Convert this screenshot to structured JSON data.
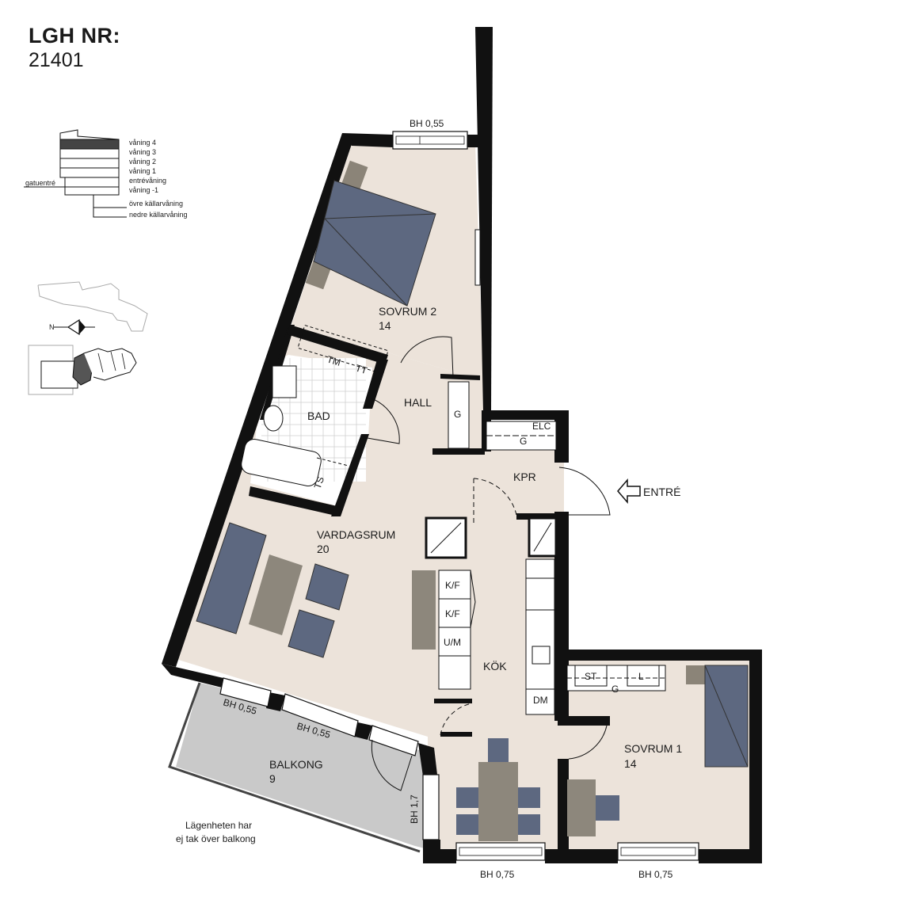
{
  "header": {
    "title": "LGH NR:",
    "number": "21401"
  },
  "floor_legend": {
    "items": [
      "våning 4",
      "våning 3",
      "våning 2",
      "våning 1",
      "entrévåning",
      "våning -1",
      "övre källarvåning",
      "nedre källarvåning"
    ],
    "street_label": "gatuentré",
    "highlight_color": "#444444"
  },
  "orientation": {
    "north_label": "N"
  },
  "rooms": {
    "sovrum2": {
      "name": "SOVRUM 2",
      "area": "14"
    },
    "bad": {
      "name": "BAD"
    },
    "hall": {
      "name": "HALL"
    },
    "kpr": {
      "name": "KPR"
    },
    "vardagsrum": {
      "name": "VARDAGSRUM",
      "area": "20"
    },
    "kok": {
      "name": "KÖK"
    },
    "sovrum1": {
      "name": "SOVRUM 1",
      "area": "14"
    },
    "balkong": {
      "name": "BALKONG",
      "area": "9"
    }
  },
  "fixtures": {
    "tm": "TM",
    "tt": "TT",
    "ts": "TS",
    "g": "G",
    "elc": "ELC",
    "kf": "K/F",
    "um": "U/M",
    "dm": "DM",
    "st": "ST",
    "l": "L"
  },
  "windows": {
    "top": "BH 0,55",
    "bal1": "BH 0,55",
    "bal2": "BH 0,55",
    "side": "BH 1,7",
    "bottom1": "BH 0,75",
    "bottom2": "BH 0,75"
  },
  "entry_label": "ENTRÉ",
  "note": {
    "line1": "Lägenheten har",
    "line2": "ej tak över balkong"
  },
  "colors": {
    "floor": "#ece3da",
    "wall": "#111111",
    "furniture": "#5d6880",
    "table": "#8d877c",
    "balcony": "#c9c9c9",
    "pillow": "#8b8478"
  }
}
